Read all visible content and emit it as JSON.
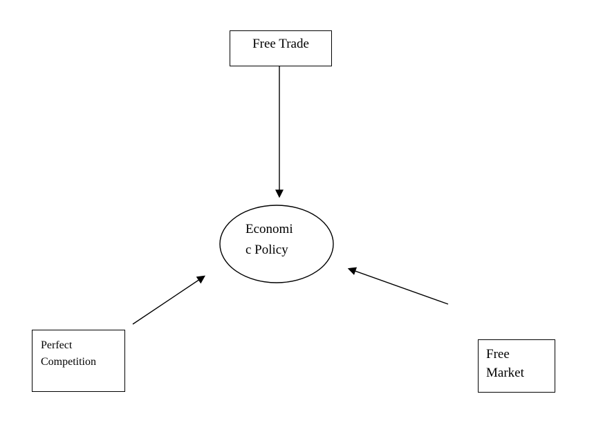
{
  "page": {
    "background_color": "#ffffff"
  },
  "diagram": {
    "colors": {
      "stroke": "#000000",
      "text": "#000000",
      "node_fill": "#ffffff"
    },
    "nodes": {
      "free_trade": {
        "shape": "rectangle",
        "label": "Free Trade"
      },
      "economic_policy": {
        "shape": "ellipse",
        "line1": "Economi",
        "line2": "c Policy"
      },
      "perfect_competition": {
        "shape": "rectangle",
        "line1": "Perfect",
        "line2": "Competition"
      },
      "free_market": {
        "shape": "rectangle",
        "line1": "Free",
        "line2": "Market"
      }
    },
    "edges": [
      {
        "from": "Free Trade",
        "to": "Economic Policy",
        "style": "straight-arrow"
      },
      {
        "from": "Perfect Competition",
        "to": "Economic Policy",
        "style": "straight-arrow"
      },
      {
        "from": "Free Market",
        "to": "Economic Policy",
        "style": "straight-arrow"
      }
    ]
  }
}
